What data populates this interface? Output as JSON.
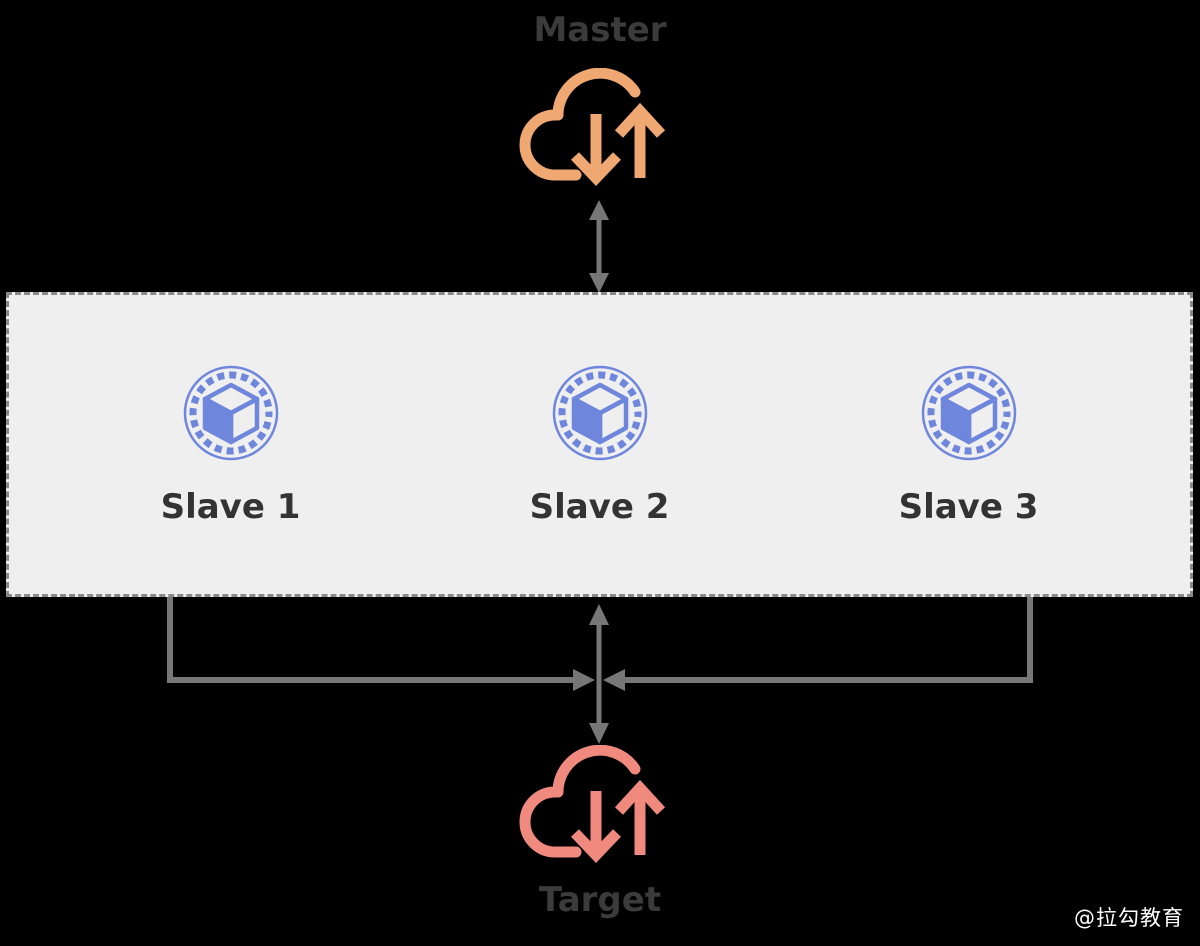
{
  "diagram": {
    "title_master": "Master",
    "title_target": "Target",
    "watermark": "@拉勾教育",
    "colors": {
      "background": "#000000",
      "master_cloud": "#efa871",
      "target_cloud": "#f08a7e",
      "node_blue": "#6e86dc",
      "cluster_fill": "#efefef",
      "cluster_border": "#8a8a8a",
      "connector": "#777777",
      "label_text": "#3b3b3b",
      "watermark_text": "#ffffff"
    },
    "master": {
      "label": "Master",
      "icon": "cloud-sync-icon"
    },
    "target": {
      "label": "Target",
      "icon": "cloud-sync-icon"
    },
    "cluster": {
      "name": "slave-cluster",
      "nodes": [
        {
          "label": "Slave 1",
          "icon": "cube-node-icon"
        },
        {
          "label": "Slave 2",
          "icon": "cube-node-icon"
        },
        {
          "label": "Slave 3",
          "icon": "cube-node-icon"
        }
      ]
    },
    "connectors": [
      {
        "name": "master-to-cluster",
        "style": "double-headed-vertical-arrow"
      },
      {
        "name": "cluster-to-target",
        "style": "double-headed-vertical-arrow"
      },
      {
        "name": "cluster-bus-left",
        "style": "bracket-line-with-arrowhead"
      },
      {
        "name": "cluster-bus-right",
        "style": "bracket-line-with-arrowhead"
      }
    ]
  }
}
